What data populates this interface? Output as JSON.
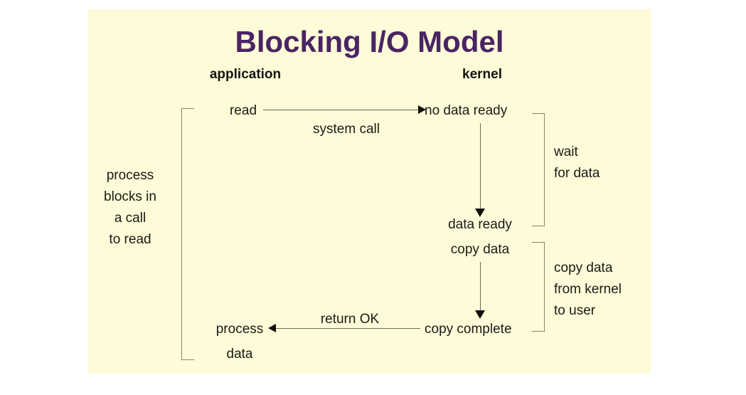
{
  "figure": {
    "title": "Blocking I/O Model",
    "title_color": "#4a2464",
    "background_color": "#fdfbd8",
    "line_color": "#6f6a56",
    "bracket_color": "#8a8570",
    "text_color": "#1c1a17"
  },
  "columns": {
    "application": "application",
    "kernel": "kernel"
  },
  "nodes": {
    "read": "read",
    "no_data_ready": "no data ready",
    "data_ready": "data ready",
    "copy_data": "copy data",
    "copy_complete": "copy complete",
    "process": "process",
    "data": "data"
  },
  "edges": {
    "system_call": "system call",
    "return_ok": "return OK"
  },
  "brackets": {
    "process_blocks": {
      "line1": "process",
      "line2": "blocks in",
      "line3": "a call",
      "line4": "to read"
    },
    "wait_for_data": {
      "line1": "wait",
      "line2": "for data"
    },
    "copy_from_kernel": {
      "line1": "copy data",
      "line2": "from kernel",
      "line3": "to user"
    }
  },
  "icons": {
    "arrow_right": "arrow-right-icon",
    "arrow_left": "arrow-left-icon",
    "arrow_down": "arrow-down-icon"
  }
}
